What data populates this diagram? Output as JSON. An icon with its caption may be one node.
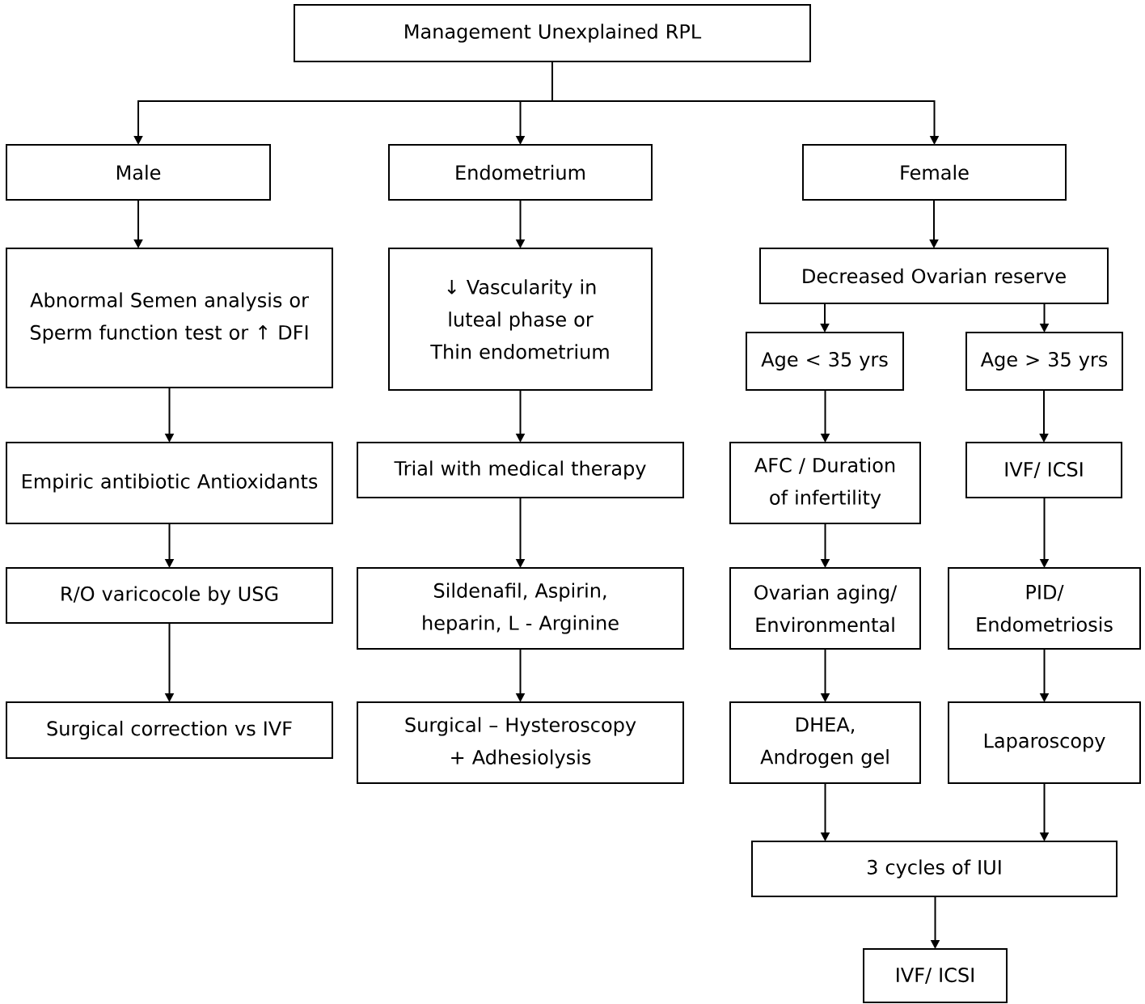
{
  "diagram": {
    "nodes": [
      {
        "text": [
          "Management Unexplained RPL"
        ]
      },
      {
        "text": [
          "Male"
        ]
      },
      {
        "text": [
          "Endometrium"
        ]
      },
      {
        "text": [
          "Female"
        ]
      },
      {
        "text": [
          "Abnormal Semen analysis or Sperm function test or ↑ DFI"
        ]
      },
      {
        "text": [
          "↓ Vascularity in luteal phase or Thin endometrium"
        ]
      },
      {
        "text": [
          "Decreased Ovarian reserve"
        ]
      },
      {
        "text": [
          "Age < 35 yrs"
        ]
      },
      {
        "text": [
          "Age > 35 yrs"
        ]
      },
      {
        "text": [
          "Empiric antibiotic Antioxidants"
        ]
      },
      {
        "text": [
          "Trial with medical therapy"
        ]
      },
      {
        "text": [
          "AFC / Duration of infertility"
        ]
      },
      {
        "text": [
          "IVF/ ICSI"
        ]
      },
      {
        "text": [
          "R/O varicocole by USG"
        ]
      },
      {
        "text": [
          "Sildenafil, Aspirin, heparin, L - Arginine"
        ]
      },
      {
        "text": [
          "Ovarian aging/ Environmental"
        ]
      },
      {
        "text": [
          "PID/ Endometriosis"
        ]
      },
      {
        "text": [
          "Surgical correction vs IVF"
        ]
      },
      {
        "text": [
          "Surgical – Hysteroscopy + Adhesiolysis"
        ]
      },
      {
        "text": [
          "DHEA, Androgen gel"
        ]
      },
      {
        "text": [
          "Laparoscopy"
        ]
      },
      {
        "text": [
          "3 cycles of IUI"
        ]
      },
      {
        "text": [
          "IVF/ ICSI"
        ]
      }
    ],
    "edges": [
      {
        "from": 0,
        "to": 1,
        "arrow": "to"
      },
      {
        "from": 0,
        "to": 2,
        "arrow": "to"
      },
      {
        "from": 0,
        "to": 3,
        "arrow": "to"
      },
      {
        "from": 1,
        "to": 4,
        "arrow": "to"
      },
      {
        "from": 2,
        "to": 5,
        "arrow": "to"
      },
      {
        "from": 3,
        "to": 6,
        "arrow": "to"
      },
      {
        "from": 4,
        "to": 9,
        "arrow": "to"
      },
      {
        "from": 9,
        "to": 13,
        "arrow": "to"
      },
      {
        "from": 13,
        "to": 17,
        "arrow": "to"
      },
      {
        "from": 5,
        "to": 10,
        "arrow": "to"
      },
      {
        "from": 10,
        "to": 14,
        "arrow": "to"
      },
      {
        "from": 14,
        "to": 18,
        "arrow": "to"
      },
      {
        "from": 6,
        "to": 7,
        "arrow": "to"
      },
      {
        "from": 6,
        "to": 8,
        "arrow": "to"
      },
      {
        "from": 7,
        "to": 11,
        "arrow": "to"
      },
      {
        "from": 11,
        "to": 15,
        "arrow": "to"
      },
      {
        "from": 15,
        "to": 19,
        "arrow": "to"
      },
      {
        "from": 8,
        "to": 12,
        "arrow": "to"
      },
      {
        "from": 12,
        "to": 16,
        "arrow": "to"
      },
      {
        "from": 16,
        "to": 20,
        "arrow": "to"
      },
      {
        "from": 19,
        "to": 21,
        "arrow": "to"
      },
      {
        "from": 20,
        "to": 21,
        "arrow": "to"
      },
      {
        "from": 21,
        "to": 22,
        "arrow": "to"
      }
    ]
  }
}
